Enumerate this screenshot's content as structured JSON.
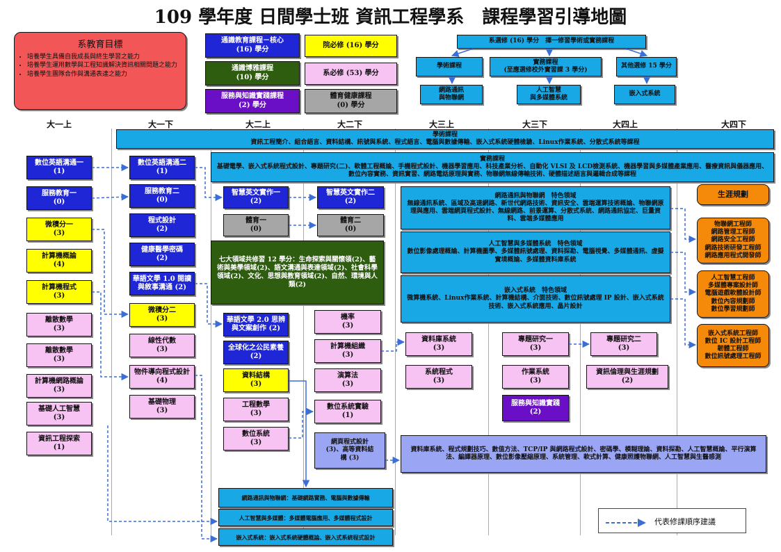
{
  "title": "109 學年度 日間學士班 資訊工程學系　課程學習引導地圖",
  "goals": {
    "heading": "系教育目標",
    "items": [
      "培養學生具備自我成長與終生學習之能力",
      "培養學生運用數學與工程知識解決資訊相關問題之能力",
      "培養學生團隊合作與溝通表達之能力"
    ]
  },
  "legend_categories": {
    "core": "通識教育課程－核心\n(16) 學分",
    "broad": "通識博雅課程\n(10) 學分",
    "service": "服務與知識實踐課程\n(2) 學分",
    "college": "院必修 (16) 學分",
    "dept_required": "系必修 (53) 學分",
    "pe": "體育健康課程\n(0) 學分"
  },
  "elective_tree": {
    "top": "系選修 (16) 學分　擇一修習學術或實務課程",
    "academic": "學術課程",
    "practical": "實務課程\n(至應選修校外實習課 3 學分)",
    "other": "其他選修 15 學分",
    "track1": "網路通訊\n與物聯網",
    "track2": "人工智慧\n與多媒體系統",
    "track3": "嵌入式系統"
  },
  "years": [
    "大一上",
    "大一下",
    "大二上",
    "大二下",
    "大三上",
    "大三下",
    "大四上",
    "大四下"
  ],
  "academic_banner": "學術課程\n資訊工程簡介、組合語言、資料結構、訊號與系統、程式語言、電腦與數據傳輸、嵌入式系統硬體檢驗、Linux作業系統、分散式系統等課程",
  "practical_banner": "實務課程\n基礎電學、嵌入式系統程式設計、專題研究(二)、軟體工程概論、手機程式設計、機器學習應用、科技產業分析、自動化 VLSI 及 LCD檢測系統、機器學習與多媒體產業應用、醫療資訊與儀器應用、數位內容實務、資訊實習、網路電話原理與實務、物聯網無線傳輸技術、硬體描述語言與邏輯合成等課程",
  "y1a": [
    {
      "key": "c1",
      "label": "數位英語溝通一\n(1)"
    },
    {
      "key": "c2",
      "label": "服務教育一\n(0)"
    },
    {
      "key": "c3",
      "label": "微積分一\n(3)"
    },
    {
      "key": "c4",
      "label": "計算機概論\n(4)"
    },
    {
      "key": "c5",
      "label": "計算機程式\n(3)"
    },
    {
      "key": "c6",
      "label": "離散數學\n(3)"
    },
    {
      "key": "c7",
      "label": "離散數學\n(3)"
    },
    {
      "key": "c8",
      "label": "計算機網路概論\n(3)"
    },
    {
      "key": "c9",
      "label": "基礎人工智慧\n(3)"
    },
    {
      "key": "c10",
      "label": "資訊工程探索\n(1)"
    }
  ],
  "y1b": [
    {
      "key": "d1",
      "label": "數位英語溝通二\n(1)"
    },
    {
      "key": "d2",
      "label": "服務教育二\n(0)"
    },
    {
      "key": "d3",
      "label": "程式設計\n(2)"
    },
    {
      "key": "d4",
      "label": "健康醫學密碼\n(2)"
    },
    {
      "key": "d5",
      "label": "華語文學 1.0 閱讀\n與敘事溝通 (2)"
    },
    {
      "key": "d6",
      "label": "微積分二\n(3)"
    },
    {
      "key": "d7",
      "label": "線性代數\n(3)"
    },
    {
      "key": "d8",
      "label": "物件導向程式設計\n(4)"
    },
    {
      "key": "d9",
      "label": "基礎物理\n(3)"
    }
  ],
  "y2a": {
    "e1": "智慧英文實作一\n(2)",
    "e2": "體育一\n(0)",
    "ge": "七大領域共修習 12 學分：生命探索與關懷領(2)、藝術與美學領域(2)、語文溝通與表達領域(2)、社會科學領域(2)、文化、思想與教育領域(2)、自然、環境與人類(2)",
    "e3": "華語文學 2.0 思辨\n與文案創作 (2)",
    "e4": "全球化之公民素養\n(2)",
    "e5": "資料結構\n(3)",
    "e6": "工程數學\n(3)",
    "e7": "數位系統\n(3)"
  },
  "y2b": {
    "f1": "智慧英文實作二\n(2)",
    "f2": "體育二\n(0)",
    "f3": "機率\n(3)",
    "f4": "計算機組織\n(3)",
    "f5": "演算法\n(3)",
    "f6": "數位系統實驗\n(1)",
    "f7": "網頁程式設計\n(3)、高等資料結\n構 (3)"
  },
  "tracks": {
    "t1": "網路通訊與物聯網　特色領域\n無線通訊系統、區域及高速網路、新世代網路技術、資訊安全、雲端運算技術概論、物聯網原理與應用、雲端網頁程式設計、無線網路、前景運算、分散式系統、網路通訊協定、巨量資料、雲端多媒體應用",
    "t2": "人工智慧與多媒體系統　特色領域\n數位影像處理概論、計算機圖學、多媒體訊號處理、資料探勘、電腦視覺、多媒體通訊、虛擬實境概論、多媒體資料庫系統",
    "t3": "嵌入式系統　特色領域\n微算機系統、Linux作業系統、計算機結構、介面技術、數位訊號處理 IP 設計、嵌入式系統技術、嵌入式系統應用、晶片設計"
  },
  "y3": {
    "g1": "資料庫系統\n(3)",
    "g2": "系統程式\n(3)",
    "h1": "專題研究一\n(3)",
    "h2": "作業系統\n(3)",
    "h3": "服務與知識實踐\n(2)",
    "i1": "專題研究二\n(3)",
    "i2": "資訊倫理與生涯規劃\n(2)"
  },
  "electives_box": "資料庫系統、程式規劃技巧、數值方法、TCP/IP 與網路程式設計、密碼學、模糊理論、資料探勘、人工智慧概論、平行演算法、編譯器原理、數位影像壓縮原理、系統管理、軟式計算、健康照護物聯網、人工智慧與生醫感測",
  "bottom_tracks": [
    "網路通訊與物聯網：基礎網路實務、電腦與數據傳輸",
    "人工智慧與多媒體：多媒體電腦應用、多媒體程式設計",
    "嵌入式系統：嵌入式系統硬體概論、嵌入式系統程式設計"
  ],
  "career": {
    "heading": "生涯規劃",
    "c1": "物聯網工程師\n網路管理工程師\n網路安全工程師\n網路技術研發工程師\n網路應用程式開發師",
    "c2": "人工智慧工程師\n多媒體專案設計師\n電腦遊戲軟體設計師\n數位內容規劃師\n數位學習規劃師",
    "c3": "嵌入式系統工程師\n數位 IC 設計工程師\n韌體工程師\n數位訊號處理工程師"
  },
  "legend": "代表修課順序建議"
}
